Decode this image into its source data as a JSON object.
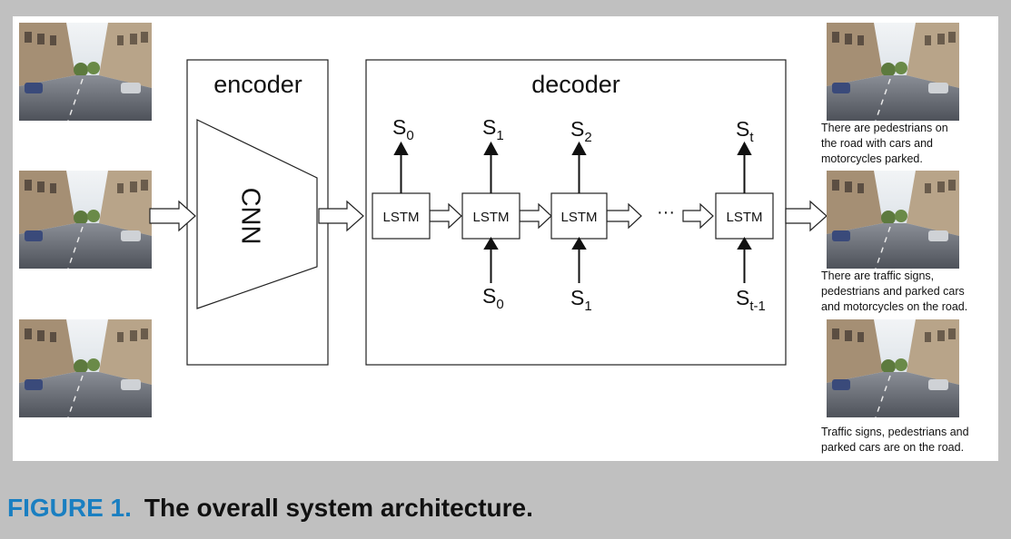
{
  "diagram": {
    "encoder_title": "encoder",
    "decoder_title": "decoder",
    "cnn_label": "CNN",
    "lstm_label": "LSTM",
    "ellipsis": "···",
    "outputs": [
      {
        "base": "S",
        "sub": "0"
      },
      {
        "base": "S",
        "sub": "1"
      },
      {
        "base": "S",
        "sub": "2"
      },
      {
        "base": "S",
        "sub": "t"
      }
    ],
    "inputs": [
      {
        "base": "S",
        "sub": "0"
      },
      {
        "base": "S",
        "sub": "1"
      },
      {
        "base": "S",
        "sub": "t-1"
      }
    ],
    "captions": [
      [
        "There are pedestrians on",
        "the road with cars and",
        "motorcycles parked."
      ],
      [
        "There are traffic signs,",
        "pedestrians and parked cars",
        "and motorcycles on the road."
      ],
      [
        "Traffic signs, pedestrians and",
        "parked cars are on the road."
      ]
    ]
  },
  "figure": {
    "label": "FIGURE 1.",
    "title": "The overall system architecture."
  },
  "colors": {
    "background": "#c0c0c0",
    "figure_label": "#1a7fc1",
    "sky": "#dfe6ee",
    "road": "#6b6f78",
    "building": "#b09a80"
  }
}
